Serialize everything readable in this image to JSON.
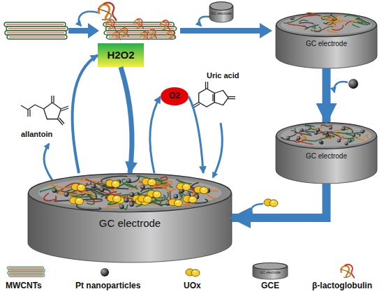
{
  "diagram": {
    "nodes": [
      {
        "text": [
          "GC electrode"
        ]
      },
      {
        "text": [
          "GC electrode"
        ]
      },
      {
        "text": [
          "GC electrode"
        ]
      },
      {
        "text": [
          "H2O2"
        ]
      },
      {
        "text": [
          "O2"
        ]
      },
      {
        "text": [
          "GC electrode"
        ]
      },
      {
        "text": [
          "GC electrode"
        ]
      }
    ],
    "edges": [
      {
        "from": 1,
        "to": 2,
        "arrow": "to"
      },
      {
        "from": 2,
        "to": 5,
        "arrow": "to"
      },
      {
        "from": 5,
        "to": 3,
        "arrow": "to"
      },
      {
        "from": 3,
        "to": 5,
        "arrow": "to"
      },
      {
        "from": 5,
        "to": 4,
        "arrow": "to"
      },
      {
        "from": 4,
        "to": 5,
        "arrow": "to"
      }
    ],
    "labels": [
      "allantoin",
      "Uric acid"
    ],
    "legend": [
      {
        "text": "MWCNTs"
      },
      {
        "text": "Pt nanoparticles"
      },
      {
        "text": "UOx"
      },
      {
        "text": "GCE"
      },
      {
        "text": "β-lactoglobulin"
      }
    ]
  }
}
